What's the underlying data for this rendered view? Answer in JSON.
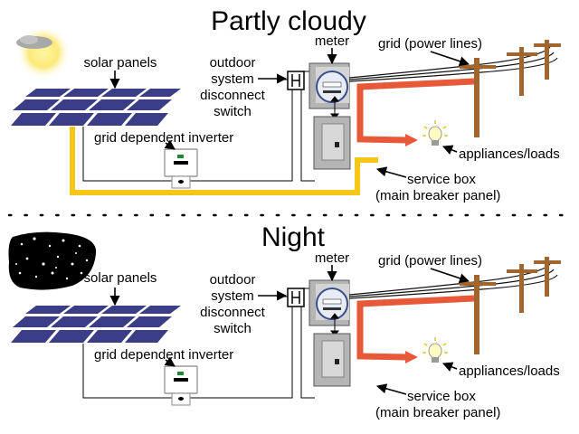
{
  "colors": {
    "solar_flow": "#f5c518",
    "grid_flow": "#e8593a",
    "panel_cell": "#3b3e86",
    "pole": "#a0662e",
    "night_sky": "#000000"
  },
  "icons": {
    "sun": "sun-behind-cloud-icon",
    "night": "starry-night-icon",
    "bulb": "light-bulb-icon"
  },
  "day": {
    "title": "Partly cloudy",
    "labels": {
      "solar_panels": "solar panels",
      "switch_1": "outdoor",
      "switch_2": "system",
      "switch_3": "disconnect",
      "switch_4": "switch",
      "meter": "meter",
      "grid": "grid (power lines)",
      "inverter": "grid dependent inverter",
      "appliances": "appliances/loads",
      "service_1": "service box",
      "service_2": "(main breaker panel)"
    }
  },
  "night": {
    "title": "Night",
    "labels": {
      "solar_panels": "solar panels",
      "switch_1": "outdoor",
      "switch_2": "system",
      "switch_3": "disconnect",
      "switch_4": "switch",
      "meter": "meter",
      "grid": "grid (power lines)",
      "inverter": "grid dependent inverter",
      "appliances": "appliances/loads",
      "service_1": "service box",
      "service_2": "(main breaker panel)"
    }
  }
}
